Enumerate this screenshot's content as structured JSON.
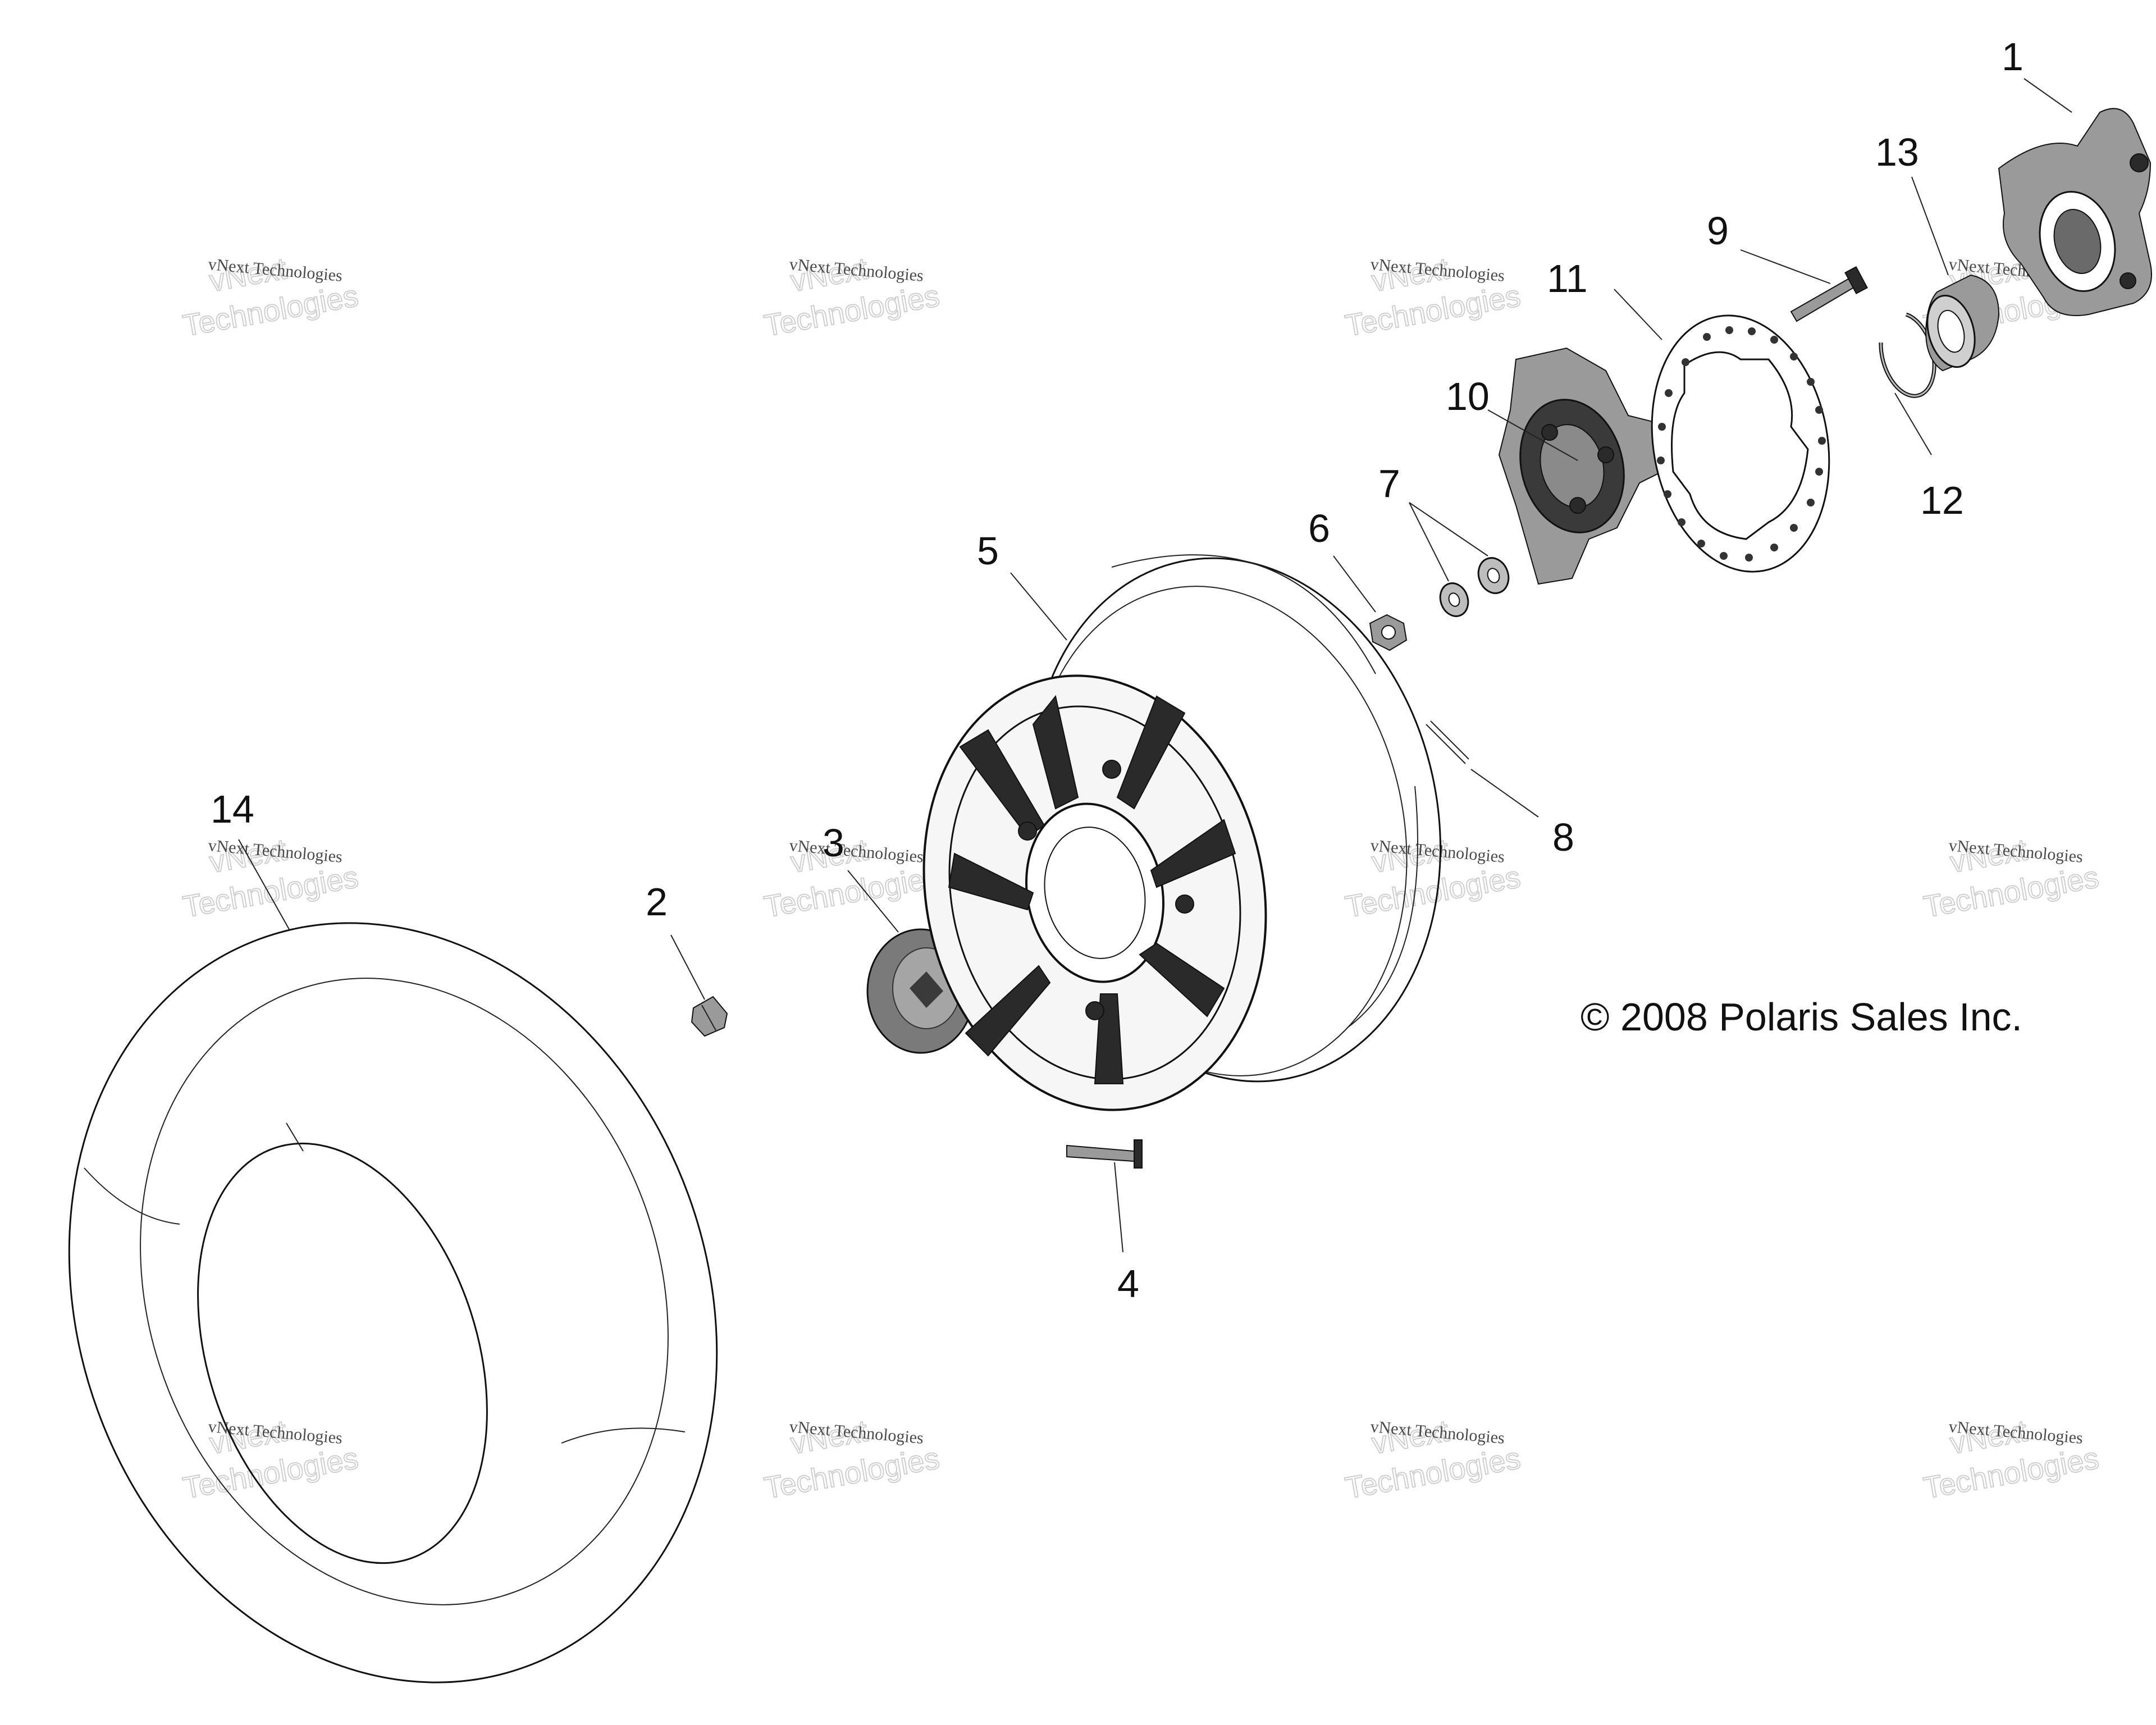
{
  "callouts": [
    "1",
    "2",
    "3",
    "4",
    "5",
    "6",
    "7",
    "8",
    "9",
    "10",
    "11",
    "12",
    "13",
    "14"
  ],
  "copyright": "© 2008 Polaris Sales Inc.",
  "watermark": {
    "line1": "vNext Technologies",
    "line2": "vNext",
    "line3": "Technologies"
  },
  "colors": {
    "ink": "#111111",
    "watermark": "#cfcfcf",
    "background": "#ffffff"
  },
  "parts": [
    {
      "num": "1",
      "name": "steering-knuckle"
    },
    {
      "num": "2",
      "name": "lug-nut"
    },
    {
      "num": "3",
      "name": "center-cap"
    },
    {
      "num": "4",
      "name": "wheel-stud-bolt"
    },
    {
      "num": "5",
      "name": "wheel-rim"
    },
    {
      "num": "6",
      "name": "hub-nut"
    },
    {
      "num": "7",
      "name": "washers"
    },
    {
      "num": "8",
      "name": "cotter-pin"
    },
    {
      "num": "9",
      "name": "wheel-stud"
    },
    {
      "num": "10",
      "name": "wheel-hub"
    },
    {
      "num": "11",
      "name": "brake-disc"
    },
    {
      "num": "12",
      "name": "retaining-ring"
    },
    {
      "num": "13",
      "name": "bearing"
    },
    {
      "num": "14",
      "name": "tire"
    }
  ]
}
